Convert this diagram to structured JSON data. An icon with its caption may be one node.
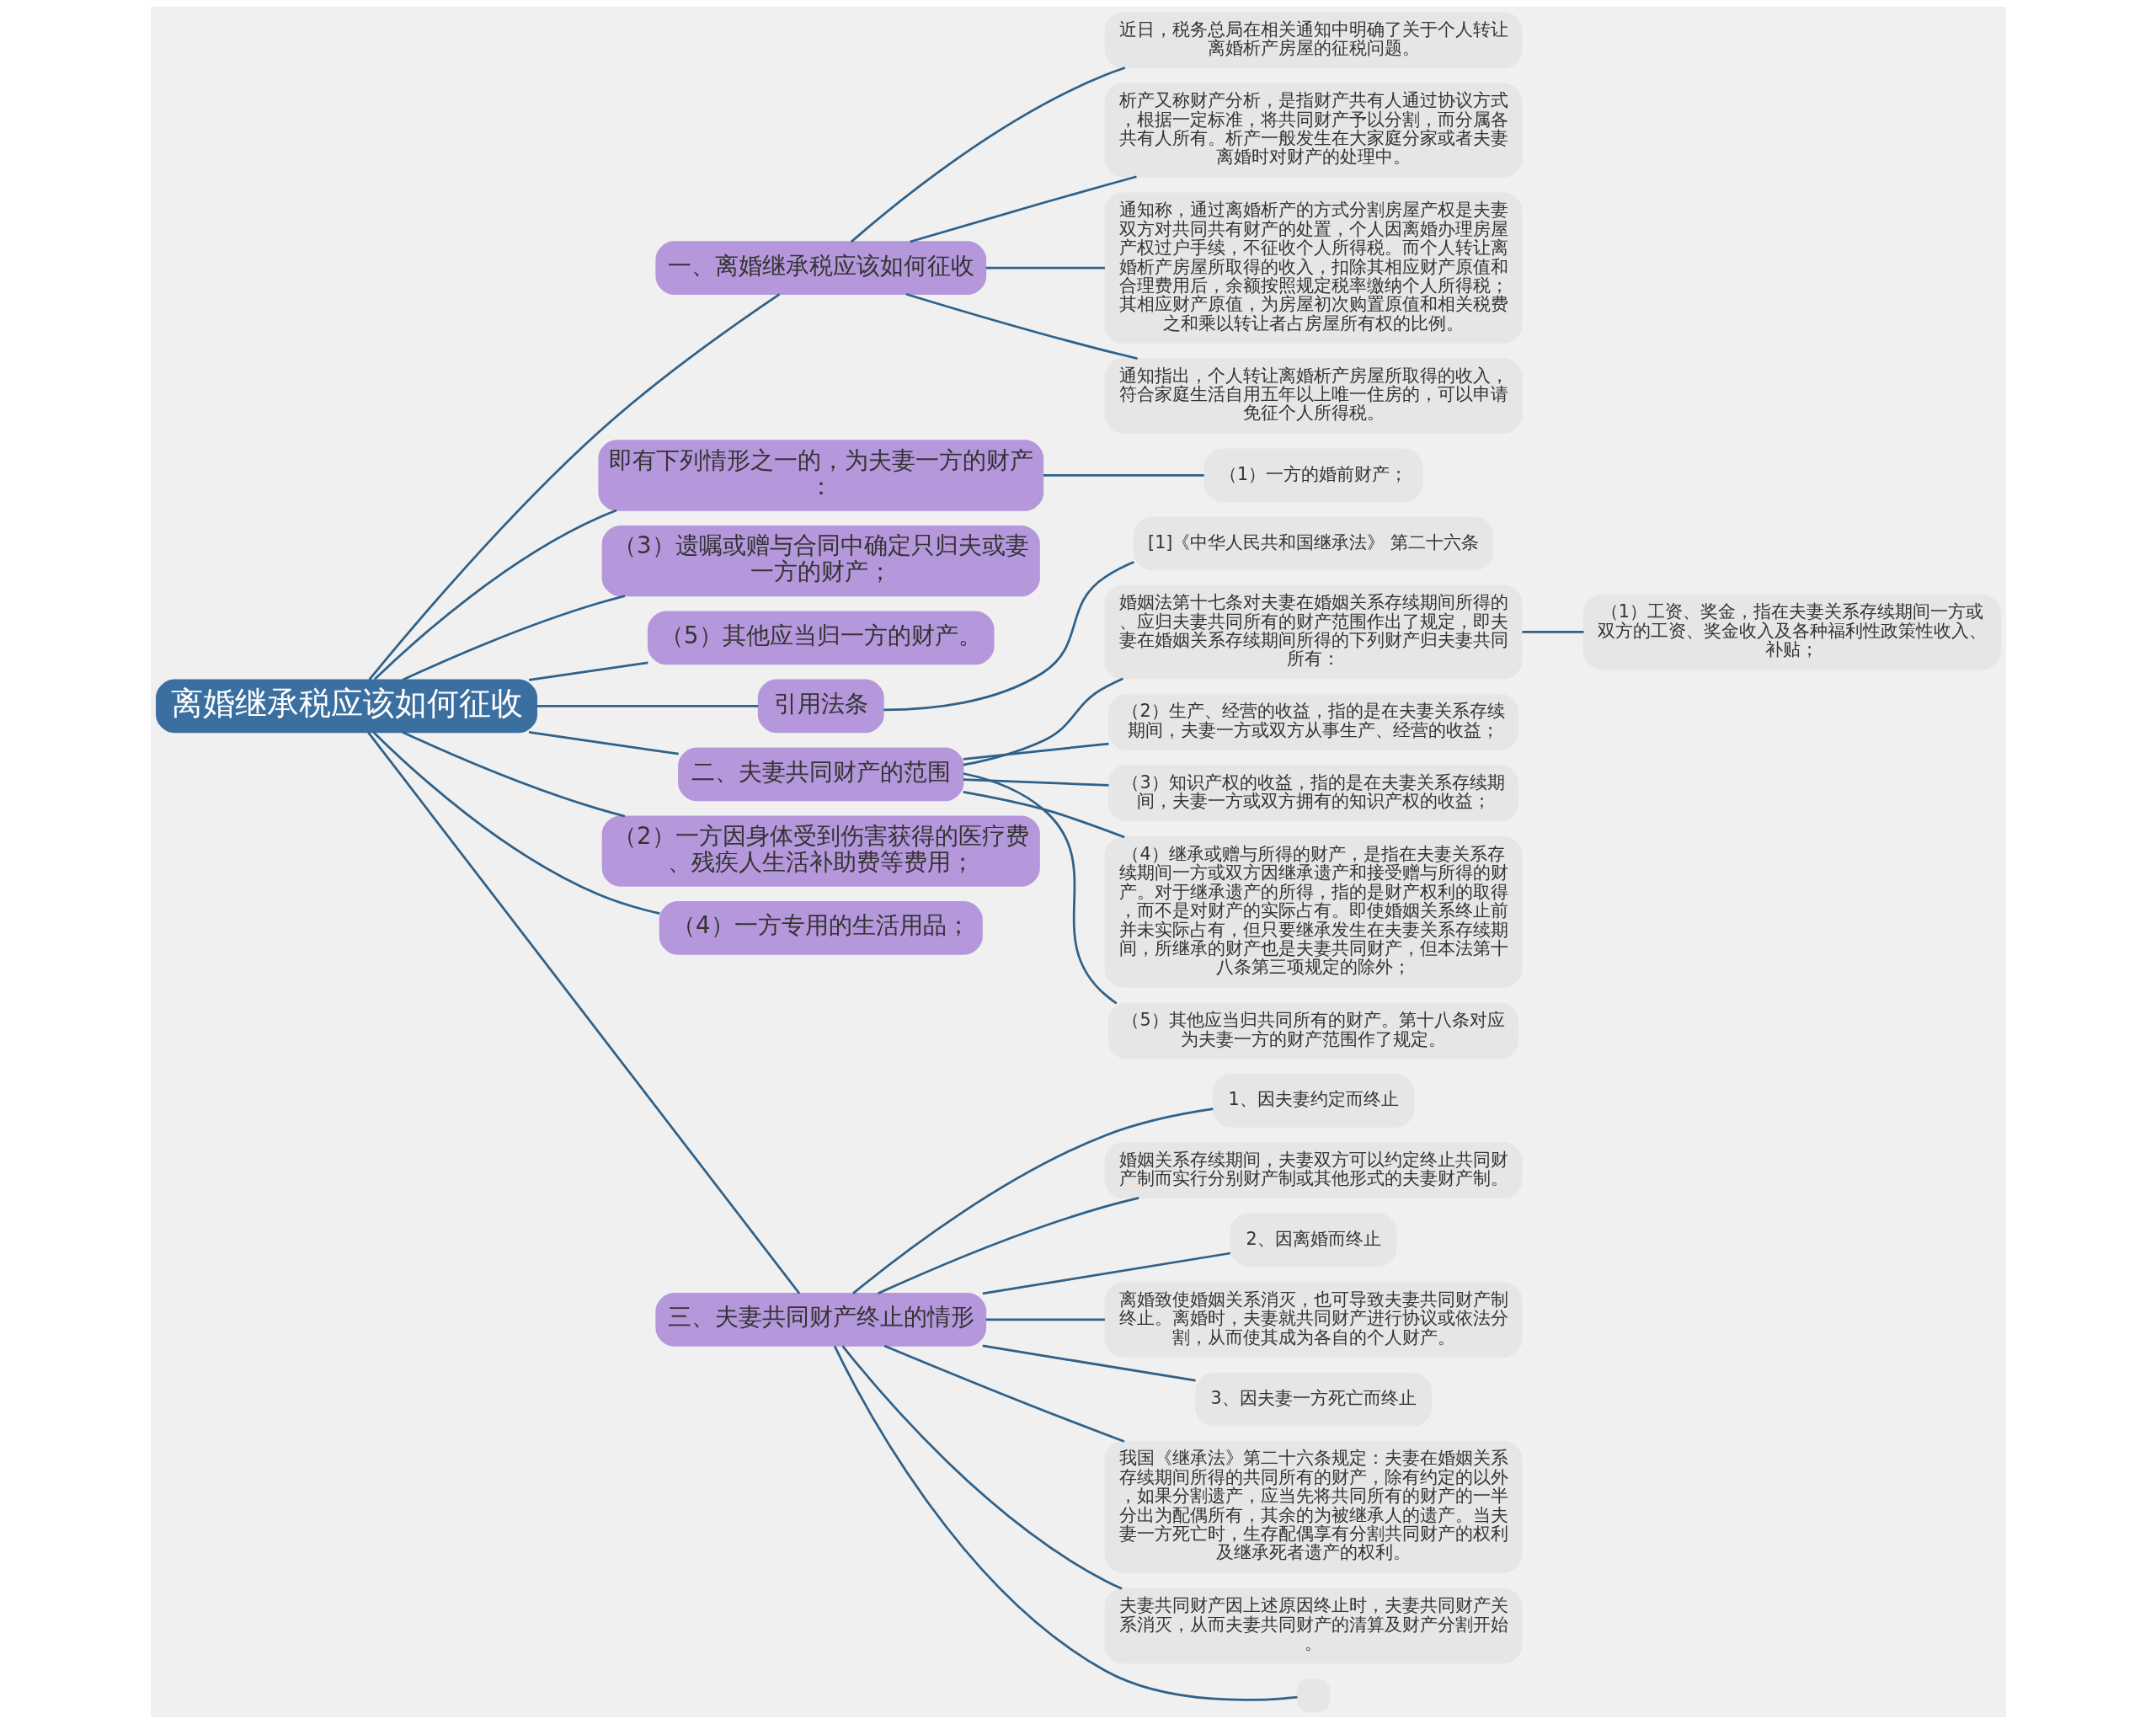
{
  "diagram": {
    "nodes": [
      {
        "text": [
          "离婚继承税应该如何征收"
        ]
      },
      {
        "text": [
          "一、离婚继承税应该如何征收"
        ]
      },
      {
        "text": [
          "近日，税务总局在相关通知中明确了关于个人转让离婚析产房屋的征税问题。"
        ]
      },
      {
        "text": [
          "析产又称财产分析，是指财产共有人通过协议方式，根据一定标准，将共同财产予以分割，而分属各共有人所有。析产一般发生在大家庭分家或者夫妻离婚时对财产的处理中。"
        ]
      },
      {
        "text": [
          "通知称，通过离婚析产的方式分割房屋产权是夫妻双方对共同共有财产的处置，个人因离婚办理房屋产权过户手续，不征收个人所得税。而个人转让离婚析产房屋所取得的收入，扣除其相应财产原值和合理费用后，余额按照规定税率缴纳个人所得税；其相应财产原值，为房屋初次购置原值和相关税费之和乘以转让者占房屋所有权的比例。"
        ]
      },
      {
        "text": [
          "通知指出，个人转让离婚析产房屋所取得的收入，符合家庭生活自用五年以上唯一住房的，可以申请免征个人所得税。"
        ]
      },
      {
        "text": [
          "即有下列情形之一的，为夫妻一方的财产："
        ]
      },
      {
        "text": [
          "（1）一方的婚前财产；"
        ]
      },
      {
        "text": [
          "（3）遗嘱或赠与合同中确定只归夫或妻一方的财产；"
        ]
      },
      {
        "text": [
          "（5）其他应当归一方的财产。"
        ]
      },
      {
        "text": [
          "引用法条"
        ]
      },
      {
        "text": [
          "[1]《中华人民共和国继承法》 第二十六条"
        ]
      },
      {
        "text": [
          "二、夫妻共同财产的范围"
        ]
      },
      {
        "text": [
          "婚姻法第十七条对夫妻在婚姻关系存续期间所得的、应归夫妻共同所有的财产范围作出了规定，即夫妻在婚姻关系存续期间所得的下列财产归夫妻共同所有："
        ]
      },
      {
        "text": [
          "（1）工资、奖金，指在夫妻关系存续期间一方或双方的工资、奖金收入及各种福利性政策性收入、补贴；"
        ]
      },
      {
        "text": [
          "（2）生产、经营的收益，指的是在夫妻关系存续期间，夫妻一方或双方从事生产、经营的收益；"
        ]
      },
      {
        "text": [
          "（3）知识产权的收益，指的是在夫妻关系存续期间，夫妻一方或双方拥有的知识产权的收益；"
        ]
      },
      {
        "text": [
          "（4）继承或赠与所得的财产，是指在夫妻关系存续期间一方或双方因继承遗产和接受赠与所得的财产。对于继承遗产的所得，指的是财产权利的取得，而不是对财产的实际占有。即使婚姻关系终止前并未实际占有，但只要继承发生在夫妻关系存续期间，所继承的财产也是夫妻共同财产，但本法第十八条第三项规定的除外；"
        ]
      },
      {
        "text": [
          "（5）其他应当归共同所有的财产。第十八条对应为夫妻一方的财产范围作了规定。"
        ]
      },
      {
        "text": [
          "（2）一方因身体受到伤害获得的医疗费、残疾人生活补助费等费用；"
        ]
      },
      {
        "text": [
          "（4）一方专用的生活用品；"
        ]
      },
      {
        "text": [
          "三、夫妻共同财产终止的情形"
        ]
      },
      {
        "text": [
          "1、因夫妻约定而终止"
        ]
      },
      {
        "text": [
          "婚姻关系存续期间，夫妻双方可以约定终止共同财产制而实行分别财产制或其他形式的夫妻财产制。"
        ]
      },
      {
        "text": [
          "2、因离婚而终止"
        ]
      },
      {
        "text": [
          "离婚致使婚姻关系消灭，也可导致夫妻共同财产制终止。离婚时，夫妻就共同财产进行协议或依法分割，从而使其成为各自的个人财产。"
        ]
      },
      {
        "text": [
          "3、因夫妻一方死亡而终止"
        ]
      },
      {
        "text": [
          "我国《继承法》第二十六条规定：夫妻在婚姻关系存续期间所得的共同所有的财产，除有约定的以外，如果分割遗产，应当先将共同所有的财产的一半分出为配偶所有，其余的为被继承人的遗产。当夫妻一方死亡时，生存配偶享有分割共同财产的权利及继承死者遗产的权利。"
        ]
      },
      {
        "text": [
          "夫妻共同财产因上述原因终止时，夫妻共同财产关系消灭，从而夫妻共同财产的清算及财产分割开始。"
        ]
      },
      {
        "text": [],
        "shape": "box"
      }
    ],
    "edges": [
      {
        "from": 0,
        "to": 1,
        "arrow": "none"
      },
      {
        "from": 1,
        "to": 2,
        "arrow": "none"
      },
      {
        "from": 1,
        "to": 3,
        "arrow": "none"
      },
      {
        "from": 1,
        "to": 4,
        "arrow": "none"
      },
      {
        "from": 1,
        "to": 5,
        "arrow": "none"
      },
      {
        "from": 0,
        "to": 6,
        "arrow": "none"
      },
      {
        "from": 6,
        "to": 7,
        "arrow": "none"
      },
      {
        "from": 0,
        "to": 8,
        "arrow": "none"
      },
      {
        "from": 0,
        "to": 9,
        "arrow": "none"
      },
      {
        "from": 0,
        "to": 10,
        "arrow": "none"
      },
      {
        "from": 10,
        "to": 11,
        "arrow": "none"
      },
      {
        "from": 0,
        "to": 12,
        "arrow": "none"
      },
      {
        "from": 12,
        "to": 13,
        "arrow": "none"
      },
      {
        "from": 13,
        "to": 14,
        "arrow": "none"
      },
      {
        "from": 12,
        "to": 15,
        "arrow": "none"
      },
      {
        "from": 12,
        "to": 16,
        "arrow": "none"
      },
      {
        "from": 12,
        "to": 17,
        "arrow": "none"
      },
      {
        "from": 12,
        "to": 18,
        "arrow": "none"
      },
      {
        "from": 0,
        "to": 19,
        "arrow": "none"
      },
      {
        "from": 0,
        "to": 20,
        "arrow": "none"
      },
      {
        "from": 0,
        "to": 21,
        "arrow": "none"
      },
      {
        "from": 21,
        "to": 22,
        "arrow": "none"
      },
      {
        "from": 21,
        "to": 23,
        "arrow": "none"
      },
      {
        "from": 21,
        "to": 24,
        "arrow": "none"
      },
      {
        "from": 21,
        "to": 25,
        "arrow": "none"
      },
      {
        "from": 21,
        "to": 26,
        "arrow": "none"
      },
      {
        "from": 21,
        "to": 27,
        "arrow": "none"
      },
      {
        "from": 21,
        "to": 28,
        "arrow": "none"
      },
      {
        "from": 21,
        "to": 29,
        "arrow": "none"
      }
    ]
  }
}
